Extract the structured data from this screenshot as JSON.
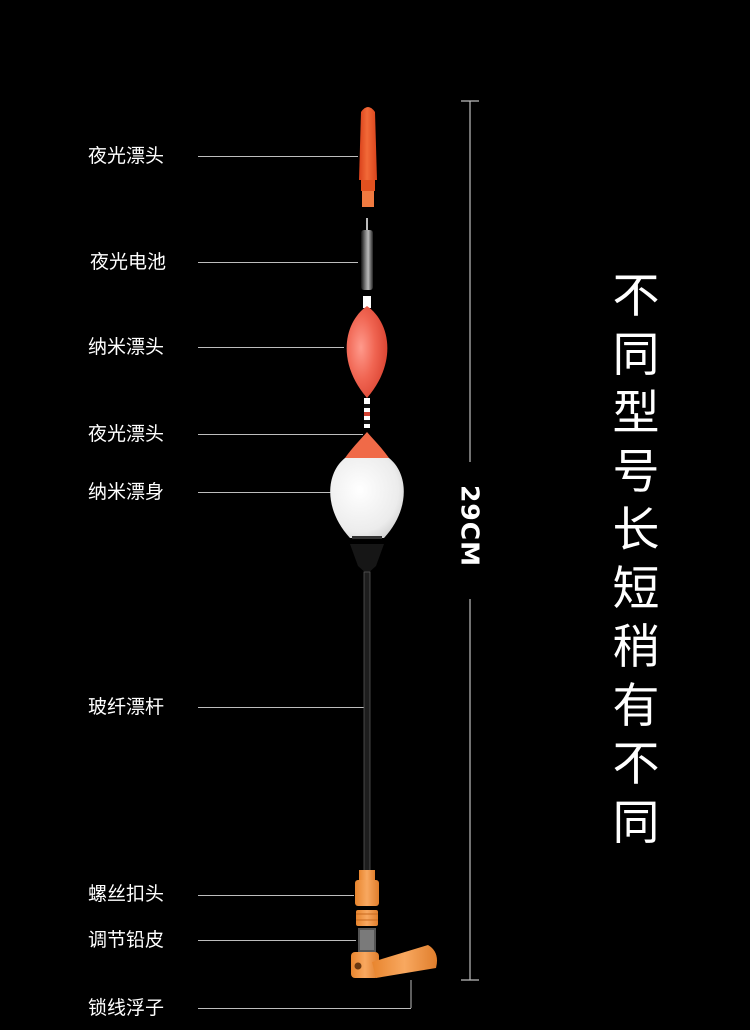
{
  "labels": {
    "night_tip_top": "夜光漂头",
    "night_battery": "夜光电池",
    "nano_tip": "纳米漂头",
    "night_tip_mid": "夜光漂头",
    "nano_body": "纳米漂身",
    "fiberglass_stem": "玻纤漂杆",
    "screw_head": "螺丝扣头",
    "lead_adjuster": "调节铅皮",
    "line_lock": "锁线浮子"
  },
  "dimension": {
    "length": "29CM"
  },
  "side_title": [
    "不",
    "同",
    "型",
    "号",
    "长",
    "短",
    "稍",
    "有",
    "不",
    "同"
  ],
  "colors": {
    "background": "#000000",
    "tip_orange": "#f05a28",
    "nano_red": "#f0685a",
    "body_white": "#f4f4f4",
    "connector_orange": "#f39a4a",
    "line_gray": "#bdbdbd"
  }
}
